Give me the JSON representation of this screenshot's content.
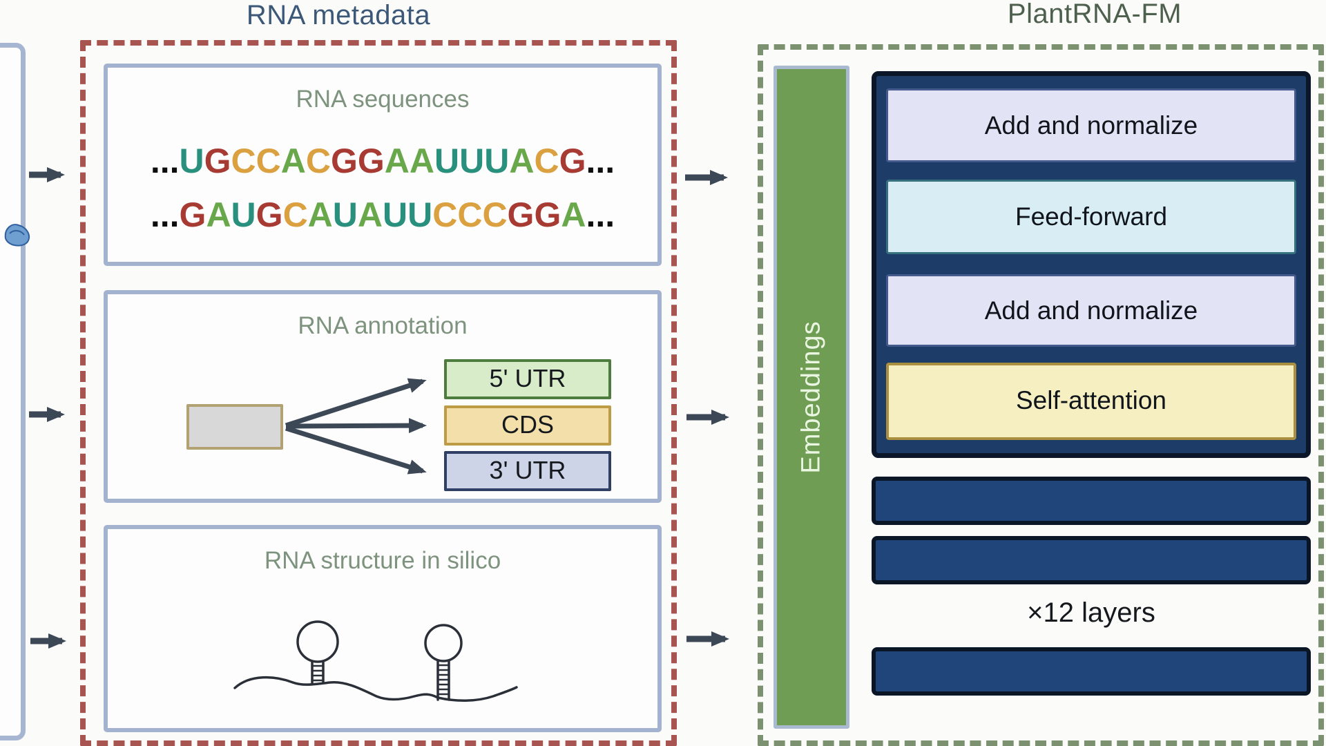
{
  "headers": {
    "metadata": "RNA metadata",
    "model": "PlantRNA-FM"
  },
  "metadata_panel": {
    "sequences": {
      "title": "RNA sequences",
      "lines": [
        "...UGCCACGGAAUUUACG...",
        "...GAUGCAUAUUCCCGGA..."
      ]
    },
    "annotation": {
      "title": "RNA annotation",
      "regions": [
        {
          "label": "5' UTR",
          "fill": "#d9ecca",
          "border": "#4e7c3f"
        },
        {
          "label": "CDS",
          "fill": "#f2dfaa",
          "border": "#bd9b47"
        },
        {
          "label": "3' UTR",
          "fill": "#cdd4e8",
          "border": "#2f3f66"
        }
      ]
    },
    "structure": {
      "title": "RNA structure in silico"
    }
  },
  "model_panel": {
    "embeddings_label": "Embeddings",
    "blocks": [
      {
        "label": "Add and normalize",
        "fill": "#e2e4f6",
        "border": "#44598c"
      },
      {
        "label": "Feed-forward",
        "fill": "#d8eef4",
        "border": "#37717d"
      },
      {
        "label": "Add and normalize",
        "fill": "#e2e4f6",
        "border": "#44598c"
      },
      {
        "label": "Self-attention",
        "fill": "#f6efc2",
        "border": "#aa8f40"
      }
    ],
    "layers_label": "×12 layers"
  },
  "colors": {
    "nucleotides": {
      "A": "#68a84b",
      "U": "#28907d",
      "G": "#a73b33",
      "C": "#dba03f",
      "dot": "#0d0d0d"
    },
    "metadata_border": "#a85450",
    "model_border": "#7b9170",
    "embeddings_fill": "#6f9d53",
    "arrow": "#3d4856"
  }
}
